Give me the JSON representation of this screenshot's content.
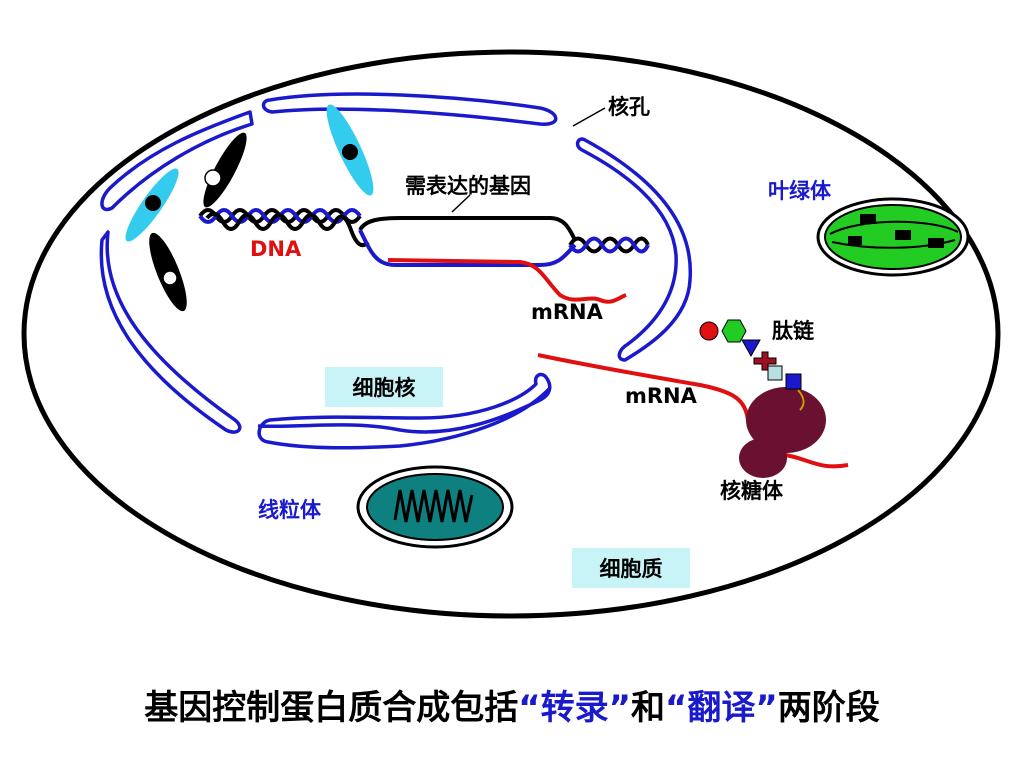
{
  "labels": {
    "nuclear_pore": "核孔",
    "gene_to_express": "需表达的基因",
    "dna": "DNA",
    "mrna_nucleus": "mRNA",
    "mrna_cytoplasm": "mRNA",
    "nucleus": "细胞核",
    "chloroplast": "叶绿体",
    "peptide_chain": "肽链",
    "ribosome": "核糖体",
    "mitochondrion": "线粒体",
    "cytoplasm": "细胞质"
  },
  "caption": {
    "prefix": "基因控制蛋白质合成包括",
    "term1": "“转录”",
    "middle": "和",
    "term2": "“翻译”",
    "suffix": "两阶段"
  },
  "colors": {
    "membrane": "#1a1acc",
    "dna_black": "#000000",
    "dna_blue": "#1a1acc",
    "mrna": "#e01010",
    "chromosome_cyan": "#33ccee",
    "label_box_bg": "#c8f4f8",
    "chloroplast_fill": "#22cc22",
    "mitochondrion_fill": "#0e8080",
    "ribosome_fill": "#6a1030",
    "label_red": "#e01010",
    "label_blue": "#1a1acc"
  }
}
